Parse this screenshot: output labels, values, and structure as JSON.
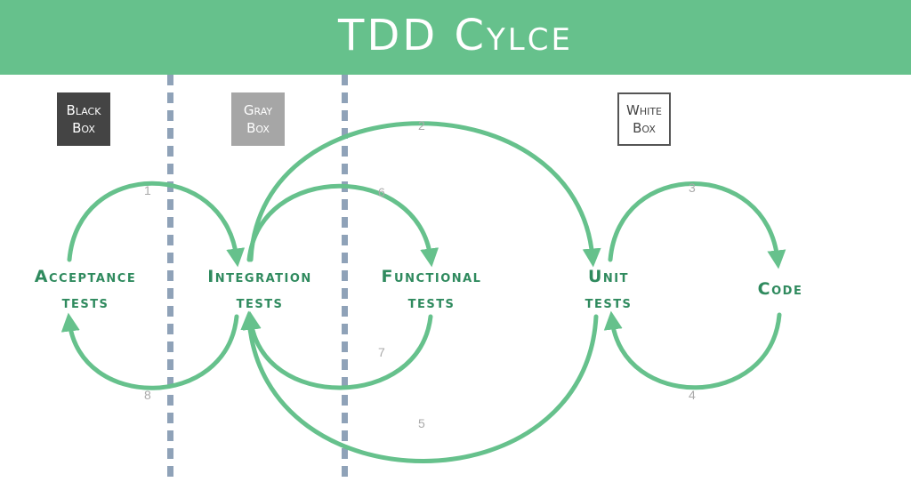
{
  "title": "TDD Cylce",
  "boxes": {
    "black": [
      "Black",
      "Box"
    ],
    "gray": [
      "Gray",
      "Box"
    ],
    "white": [
      "White",
      "Box"
    ]
  },
  "nodes": {
    "acceptance": [
      "Acceptance",
      "tests"
    ],
    "integration": [
      "Integration",
      "tests"
    ],
    "functional": [
      "Functional",
      "tests"
    ],
    "unit": [
      "Unit",
      "tests"
    ],
    "code": "Code"
  },
  "steps": [
    "1",
    "2",
    "3",
    "4",
    "5",
    "6",
    "7",
    "8"
  ],
  "colors": {
    "banner": "#66c18c",
    "arrow": "#66c18c",
    "node_text": "#2f8a5e",
    "divider": "#8fa2b8",
    "step_number": "#aaaaaa"
  }
}
